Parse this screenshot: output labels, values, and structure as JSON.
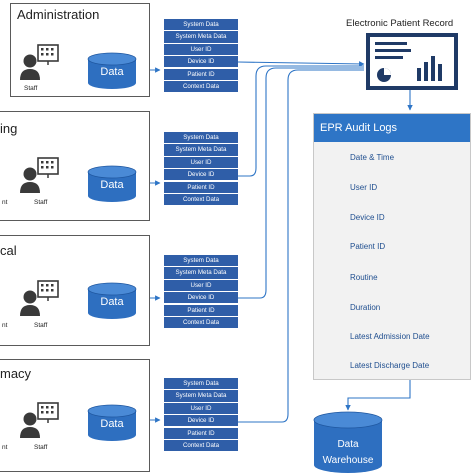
{
  "departments": [
    {
      "title": "Administration",
      "staff_label": "Staff",
      "extra_label": "",
      "data_label": "Data"
    },
    {
      "title": "ing",
      "staff_label": "Staff",
      "extra_label": "nt",
      "data_label": "Data"
    },
    {
      "title": "cal",
      "staff_label": "Staff",
      "extra_label": "nt",
      "data_label": "Data"
    },
    {
      "title": "macy",
      "staff_label": "Staff",
      "extra_label": "nt",
      "data_label": "Data"
    }
  ],
  "fields": [
    "System Data",
    "System Meta Data",
    "User ID",
    "Device ID",
    "Patient ID",
    "Context Data"
  ],
  "epr": {
    "title": "Electronic Patient Record"
  },
  "audit": {
    "header": "EPR Audit Logs",
    "items": [
      "Date & Time",
      "User ID",
      "Device ID",
      "Patient ID",
      "Routine",
      "Duration",
      "Latest Admission Date",
      "Latest Discharge Date"
    ]
  },
  "warehouse": {
    "line1": "Data",
    "line2": "Warehouse"
  },
  "colors": {
    "accent": "#2e75c6",
    "field": "#2f5ea8",
    "cylinder": "#2e6fc0",
    "epr_box": "#1f3a66"
  },
  "icons": [
    "staff-person-icon",
    "chart-board-icon",
    "database-icon",
    "dashboard-monitor-icon"
  ]
}
